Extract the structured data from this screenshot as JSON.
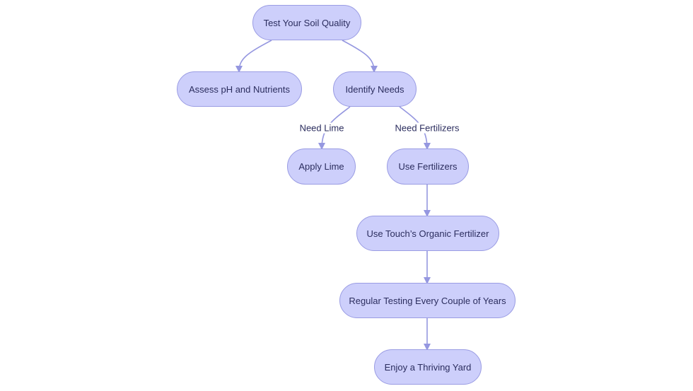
{
  "nodes": {
    "test_soil": "Test Your Soil Quality",
    "assess_ph": "Assess pH and Nutrients",
    "identify_needs": "Identify Needs",
    "apply_lime": "Apply Lime",
    "use_fertilizers": "Use Fertilizers",
    "use_touch": "Use Touch’s Organic Fertilizer",
    "regular_testing": "Regular Testing Every Couple of Years",
    "enjoy_yard": "Enjoy a Thriving Yard"
  },
  "edge_labels": {
    "need_lime": "Need Lime",
    "need_fertilizers": "Need Fertilizers"
  },
  "colors": {
    "node_fill": "#cdcffb",
    "node_border": "#9a9ce3",
    "edge": "#9597e0",
    "text": "#2b2d5e"
  }
}
